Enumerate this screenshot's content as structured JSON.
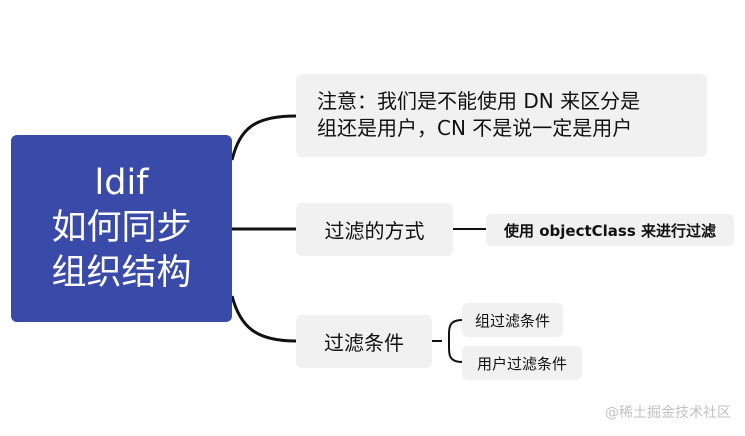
{
  "root": {
    "line1": "ldif",
    "line2": "如何同步",
    "line3": "组织结构"
  },
  "branches": {
    "note": {
      "line1": "注意：我们是不能使用 DN 来区分是",
      "line2": "组还是用户，CN 不是说一定是用户"
    },
    "filter_method": {
      "label": "过滤的方式",
      "child": "使用 objectClass 来进行过滤"
    },
    "filter_conditions": {
      "label": "过滤条件",
      "children": [
        "组过滤条件",
        "用户过滤条件"
      ]
    }
  },
  "watermark": "@稀土掘金技术社区",
  "colors": {
    "root_fill": "#3a4aa8",
    "node_fill": "#f1f1f1",
    "connector": "#111111"
  }
}
